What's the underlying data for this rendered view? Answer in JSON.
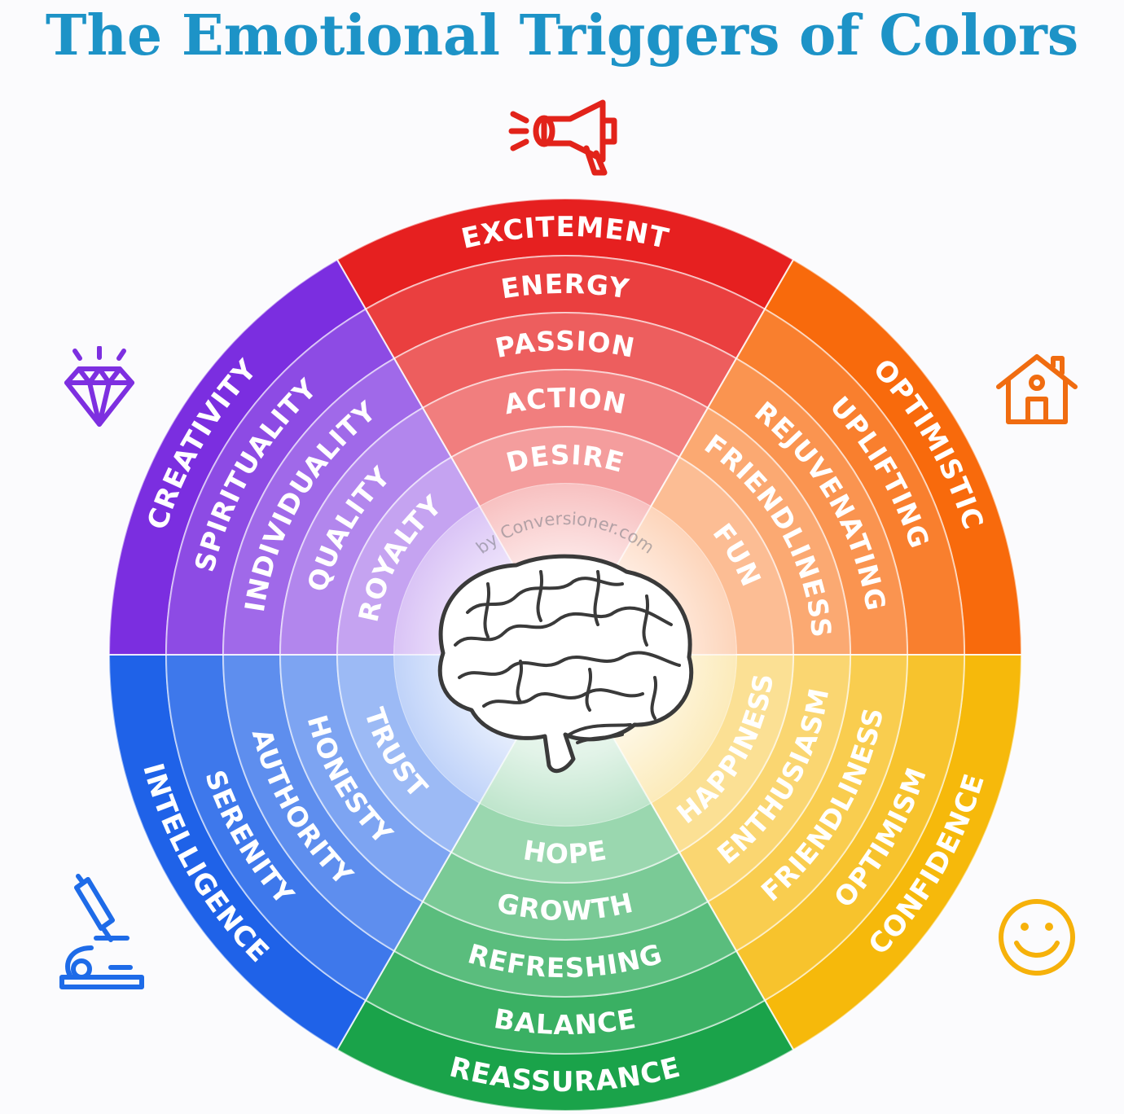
{
  "title": "The Emotional Triggers of Colors",
  "watermark": "by Conversioner.com",
  "colors": {
    "title": "#1d93c7",
    "red": "#e62020",
    "orange": "#f86a0c",
    "yellow": "#f6b90b",
    "green": "#1aa34a",
    "blue": "#1f62e8",
    "purple": "#7b2ee0"
  },
  "segments": [
    {
      "color_name": "red",
      "icon": "megaphone-icon",
      "labels": [
        "EXCITEMENT",
        "ENERGY",
        "PASSION",
        "ACTION",
        "DESIRE"
      ]
    },
    {
      "color_name": "orange",
      "icon": "house-icon",
      "labels": [
        "OPTIMISTIC",
        "UPLIFTING",
        "REJUVENATING",
        "FRIENDLINESS",
        "FUN"
      ]
    },
    {
      "color_name": "yellow",
      "icon": "smiley-icon",
      "labels": [
        "CONFIDENCE",
        "OPTIMISM",
        "FRIENDLINESS",
        "ENTHUSIASM",
        "HAPPINESS"
      ]
    },
    {
      "color_name": "green",
      "icon": "",
      "labels": [
        "REASSURANCE",
        "BALANCE",
        "REFRESHING",
        "GROWTH",
        "HOPE"
      ]
    },
    {
      "color_name": "blue",
      "icon": "microscope-icon",
      "labels": [
        "INTELLIGENCE",
        "SERENITY",
        "AUTHORITY",
        "HONESTY",
        "TRUST"
      ]
    },
    {
      "color_name": "purple",
      "icon": "diamond-icon",
      "labels": [
        "CREATIVITY",
        "SPIRITUALITY",
        "INDIVIDUALITY",
        "QUALITY",
        "ROYALTY"
      ]
    }
  ],
  "center_icon": "brain-icon"
}
